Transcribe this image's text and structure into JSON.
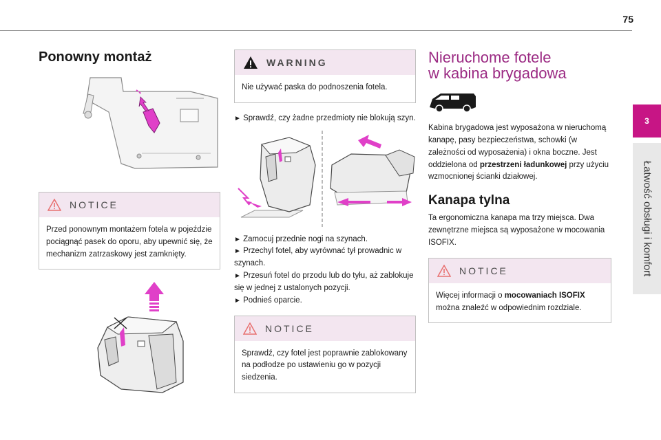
{
  "page": {
    "number": "75"
  },
  "chapter": {
    "number": "3",
    "title": "Łatwość obsługi i komfort",
    "color": "#c71585"
  },
  "left": {
    "title": "Ponowny montaż",
    "notice": {
      "label": "NOTICE",
      "text": "Przed ponownym montażem fotela w pojeździe pociągnąć pasek do oporu, aby upewnić się, że mechanizm zatrzaskowy jest zamknięty."
    }
  },
  "middle": {
    "warning": {
      "label": "WARNING",
      "text": "Nie używać paska do podnoszenia fotela."
    },
    "step_check": "Sprawdź, czy żadne przedmioty nie blokują szyn.",
    "steps": [
      "Zamocuj przednie nogi na szynach.",
      "Przechyl fotel, aby wyrównać tył prowadnic w szynach.",
      "Przesuń fotel do przodu lub do tyłu, aż zablokuje się w jednej z ustalonych pozycji.",
      "Podnieś oparcie."
    ],
    "notice": {
      "label": "NOTICE",
      "text": "Sprawdź, czy fotel jest poprawnie zablokowany na podłodze po ustawieniu go w pozycji siedzenia."
    }
  },
  "right": {
    "title_line1": "Nieruchome fotele",
    "title_line2": "w kabina brygadowa",
    "intro_before": "Kabina brygadowa jest wyposażona w nieruchomą kanapę, pasy bezpieczeństwa, schowki (w zależności od wyposażenia) i okna boczne. Jest oddzielona od ",
    "intro_bold": "przestrzeni ładunkowej",
    "intro_after": " przy użyciu wzmocnionej ścianki działowej.",
    "subtitle": "Kanapa tylna",
    "bench_text": "Ta ergonomiczna kanapa ma trzy miejsca. Dwa zewnętrzne miejsca są wyposażone w mocowania ISOFIX.",
    "notice": {
      "label": "NOTICE",
      "text_before": "Więcej informacji o ",
      "text_bold": "mocowaniach ISOFIX",
      "text_after": " można znaleźć w odpowiednim rozdziale."
    }
  },
  "colors": {
    "accent": "#c71585",
    "box_header": "#f3e6f0",
    "title_purple": "#9b2a83",
    "arrow_magenta": "#e040c8"
  },
  "icons": {
    "bullet": "right-triangle-icon",
    "warning": "warning-triangle-icon",
    "notice": "notice-triangle-icon"
  }
}
